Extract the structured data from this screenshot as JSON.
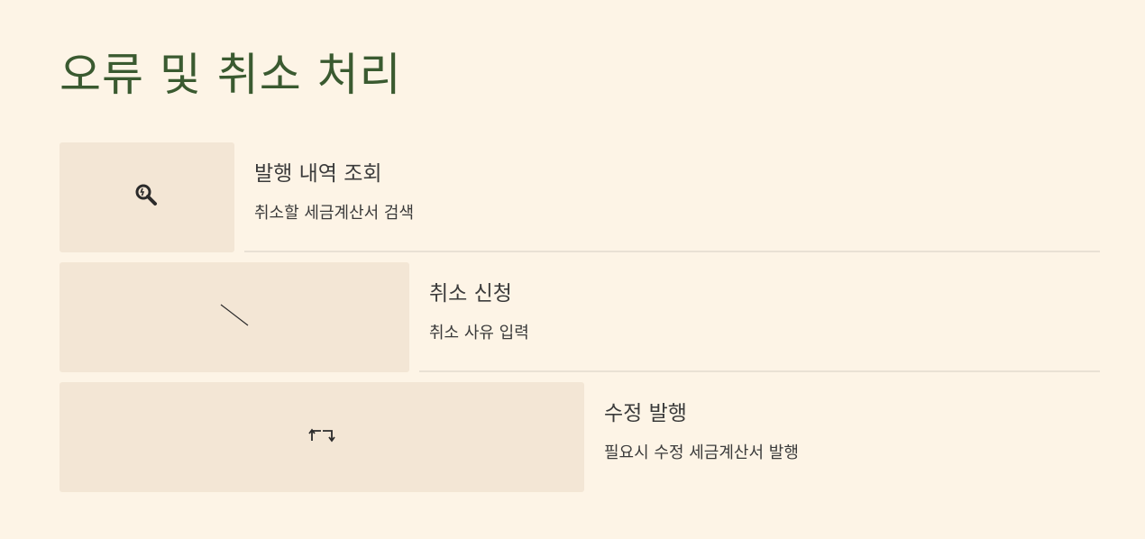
{
  "page": {
    "title": "오류 및 취소 처리"
  },
  "steps": [
    {
      "icon": "magnifier-icon",
      "title": "발행 내역 조회",
      "description": "취소할 세금계산서 검색"
    },
    {
      "icon": "cancel-slash-icon",
      "title": "취소 신청",
      "description": "취소 사유 입력"
    },
    {
      "icon": "reissue-arrows-icon",
      "title": "수정 발행",
      "description": "필요시 수정 세금계산서 발행"
    }
  ],
  "colors": {
    "background": "#fdf4e6",
    "box": "#f3e6d5",
    "title": "#3a5a30",
    "text": "#3b3b3b",
    "divider": "#e9e1d4"
  }
}
